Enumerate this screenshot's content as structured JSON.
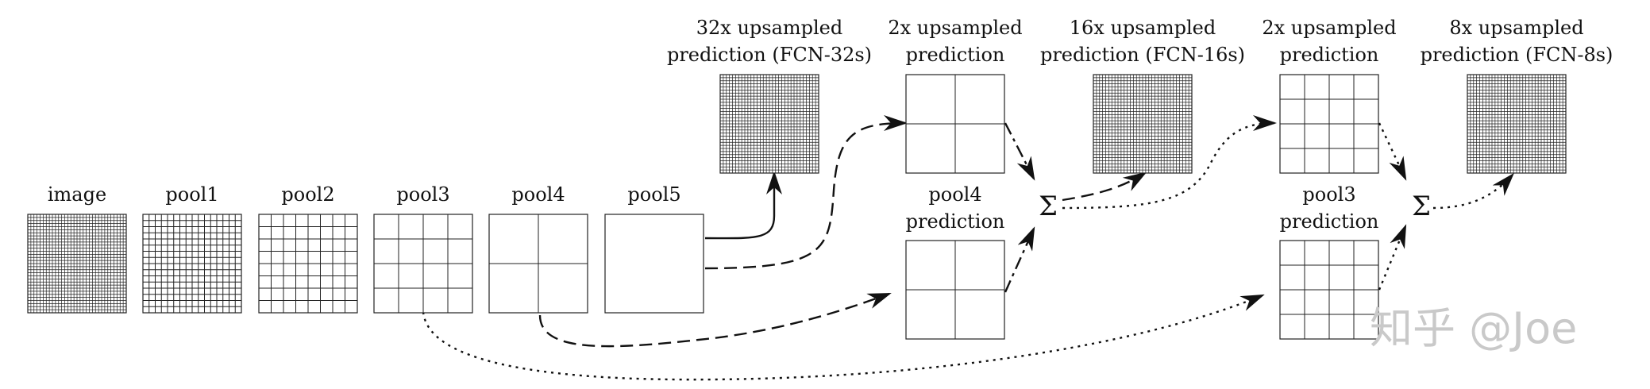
{
  "labels": {
    "image": "image",
    "pool1": "pool1",
    "pool2": "pool2",
    "pool3": "pool3",
    "pool4": "pool4",
    "pool5": "pool5",
    "fcn32_l1": "32x upsampled",
    "fcn32_l2": "prediction (FCN-32s)",
    "up2a_l1": "2x upsampled",
    "up2a_l2": "prediction",
    "pool4pred_l1": "pool4",
    "pool4pred_l2": "prediction",
    "fcn16_l1": "16x upsampled",
    "fcn16_l2": "prediction (FCN-16s)",
    "up2b_l1": "2x upsampled",
    "up2b_l2": "prediction",
    "pool3pred_l1": "pool3",
    "pool3pred_l2": "prediction",
    "fcn8_l1": "8x upsampled",
    "fcn8_l2": "prediction (FCN-8s)"
  },
  "sum_symbol": "Σ",
  "watermark": "知乎 @Joe",
  "grids": {
    "image": 32,
    "pool1": 16,
    "pool2": 8,
    "pool3": 4,
    "pool4": 2,
    "pool5": 1,
    "fcn32": 32,
    "up2a": 2,
    "pool4pred": 2,
    "fcn16": 32,
    "up2b": 4,
    "pool3pred": 4,
    "fcn8": 32
  }
}
